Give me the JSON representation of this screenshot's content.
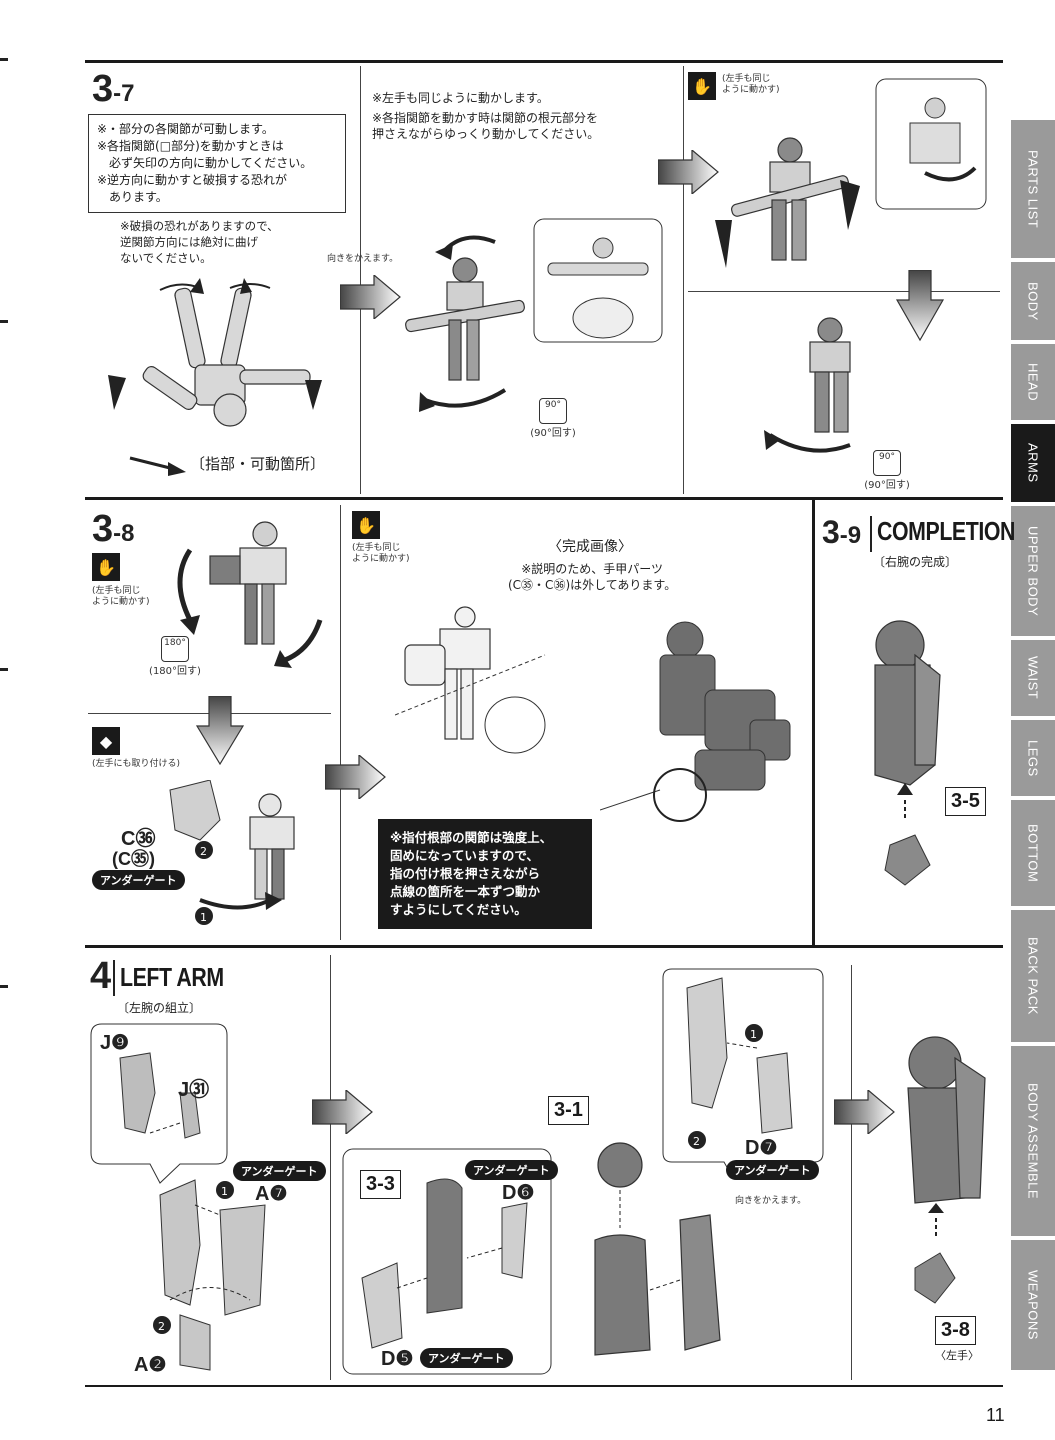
{
  "steps": {
    "s37": {
      "num": "3",
      "sub": "-7",
      "box_note": "※・部分の各関節が可動します。\n※各指関節(□部分)を動かすときは\n　必ず矢印の方向に動かしてください。\n※逆方向に動かすと破損する恐れが\n　あります。",
      "warn_note": "※破損の恐れがありますので、\n逆関節方向には絶対に曲げ\nないでください。",
      "top_note1": "※左手も同じように動かします。",
      "top_note2": "※各指関節を動かす時は関節の根元部分を\n押さえながらゆっくり動かしてください。",
      "left_hand_note": "(左手も同じ\nように動かす)",
      "turn_note": "向きをかえます。",
      "rotate_label": "(90°回す)",
      "rotate_label2": "(90°回す)",
      "badge_90": "90°",
      "finger_label": "〔指部・可動箇所〕"
    },
    "s38": {
      "num": "3",
      "sub": "-8",
      "left_hand_note": "(左手も同じ\nように動かす)",
      "left_hand_note2": "(左手も同じ\nように動かす)",
      "rotate_label": "(180°回す)",
      "badge_180": "180°",
      "attach_left": "(左手にも取り付ける)",
      "part_c36": "C㊱",
      "part_c35": "(C㉟)",
      "under_gate": "アンダーゲート",
      "complete_image": "〈完成画像〉",
      "complete_note": "※説明のため、手甲パーツ\n(C㉟・C㊱)は外してあります。",
      "black_note": "※指付根部の関節は強度上、\n固めになっていますので、\n指の付け根を押さえながら\n点線の箇所を一本ずつ動か\nすようにしてください。"
    },
    "s39": {
      "num": "3",
      "sub": "-9",
      "title": "COMPLETION",
      "subtitle": "〔右腕の完成〕",
      "ref": "3-5"
    },
    "s4": {
      "num": "4",
      "title": "LEFT ARM",
      "subtitle": "〔左腕の組立〕",
      "part_j9": "J❾",
      "part_j31": "J㉛",
      "part_a7": "A❼",
      "part_a2": "A❷",
      "part_d6": "D❻",
      "part_d5": "D❺",
      "part_d7": "D❼",
      "under_gate": "アンダーゲート",
      "ref_31": "3-1",
      "ref_33": "3-3",
      "ref_38": "3-8",
      "left_hand": "〈左手〉",
      "turn_note": "向きをかえます。"
    }
  },
  "page_number": "11",
  "tabs": [
    "PARTS LIST",
    "BODY",
    "HEAD",
    "ARMS",
    "UPPER BODY",
    "WAIST",
    "LEGS",
    "BOTTOM",
    "BACK PACK",
    "BODY ASSEMBLE",
    "WEAPONS"
  ],
  "active_tab": "ARMS",
  "colors": {
    "ink": "#1a1a1a",
    "tab_grey": "#9a9a9a",
    "tab_active": "#1a1a1a",
    "part_grey": "#7d7d7d",
    "part_light": "#cfcfcf"
  }
}
